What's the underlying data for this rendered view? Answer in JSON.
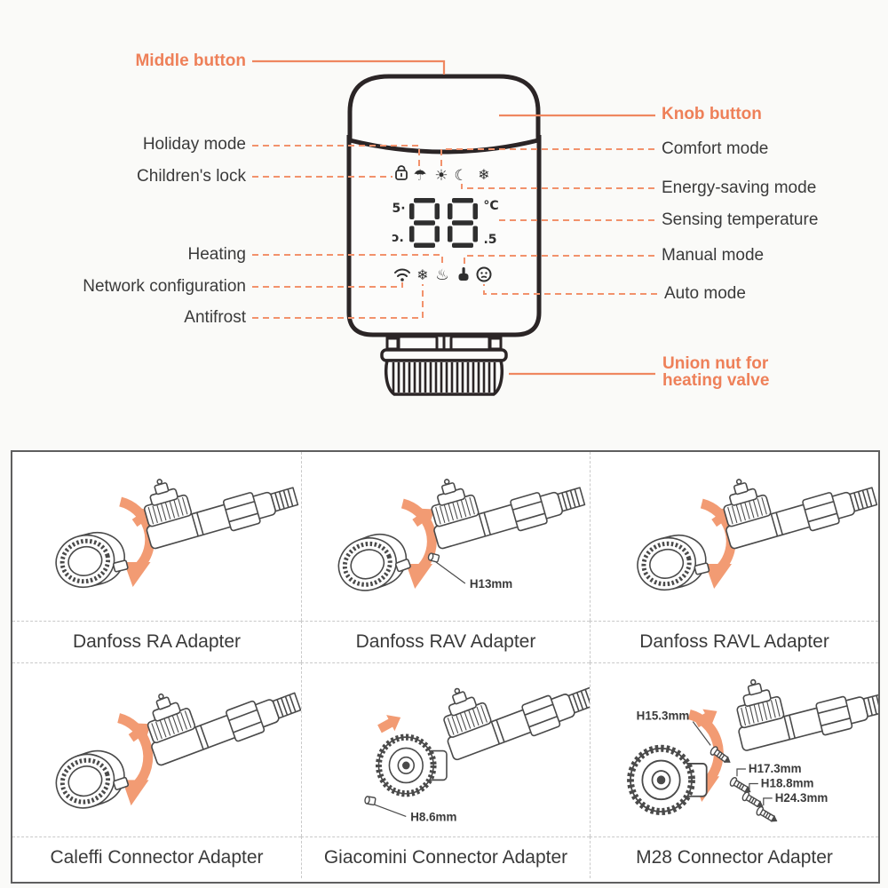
{
  "colors": {
    "accent_orange": "#EE8059",
    "arrow_orange": "#F29B73",
    "leader_dash_orange": "#F2926C",
    "text_dark": "#3A3A3A",
    "outline_dark": "#2B2526",
    "divider_gray": "#C9C9C9",
    "box_border_gray": "#5F5F5F",
    "background": "#FAFAF8"
  },
  "device": {
    "labels_left": [
      {
        "label": "Middle button",
        "accent": true
      },
      {
        "label": "Holiday mode"
      },
      {
        "label": "Children's lock"
      },
      {
        "label": "Heating"
      },
      {
        "label": "Network configuration"
      },
      {
        "label": "Antifrost"
      }
    ],
    "labels_right": [
      {
        "label": "Knob button",
        "accent": true
      },
      {
        "label": "Comfort mode"
      },
      {
        "label": "Energy-saving mode"
      },
      {
        "label": "Sensing temperature"
      },
      {
        "label": "Manual mode"
      },
      {
        "label": "Auto mode"
      }
    ],
    "union_nut": {
      "line1": "Union nut for",
      "line2": "heating valve"
    },
    "display": {
      "digits": "88",
      "left_top": "5·",
      "right_top": "°C",
      "left_bottom": "ɔ.",
      "right_bottom": ".5"
    },
    "icons_top": [
      {
        "name": "children-lock-icon",
        "glyph": ""
      },
      {
        "name": "holiday-mode-icon",
        "glyph": "☂"
      },
      {
        "name": "comfort-mode-icon",
        "glyph": "☀"
      },
      {
        "name": "energy-saving-mode-icon",
        "glyph": "☾"
      },
      {
        "name": "frost-icon",
        "glyph": "❄"
      }
    ],
    "icons_bottom": [
      {
        "name": "network-configuration-icon",
        "glyph": ""
      },
      {
        "name": "antifrost-icon",
        "glyph": "❄"
      },
      {
        "name": "heating-icon",
        "glyph": "♨"
      },
      {
        "name": "manual-mode-icon",
        "glyph": ""
      },
      {
        "name": "auto-mode-icon",
        "glyph": ""
      }
    ]
  },
  "adapters": {
    "cells": [
      {
        "name": "Danfoss RA Adapter",
        "annotations": []
      },
      {
        "name": "Danfoss RAV Adapter",
        "annotations": [
          "H13mm"
        ]
      },
      {
        "name": "Danfoss RAVL Adapter",
        "annotations": []
      },
      {
        "name": "Caleffi Connector Adapter",
        "annotations": []
      },
      {
        "name": "Giacomini Connector Adapter",
        "annotations": [
          "H8.6mm"
        ]
      },
      {
        "name": "M28 Connector Adapter",
        "annotations": [
          "H15.3mm",
          "H17.3mm",
          "H18.8mm",
          "H24.3mm"
        ]
      }
    ]
  }
}
